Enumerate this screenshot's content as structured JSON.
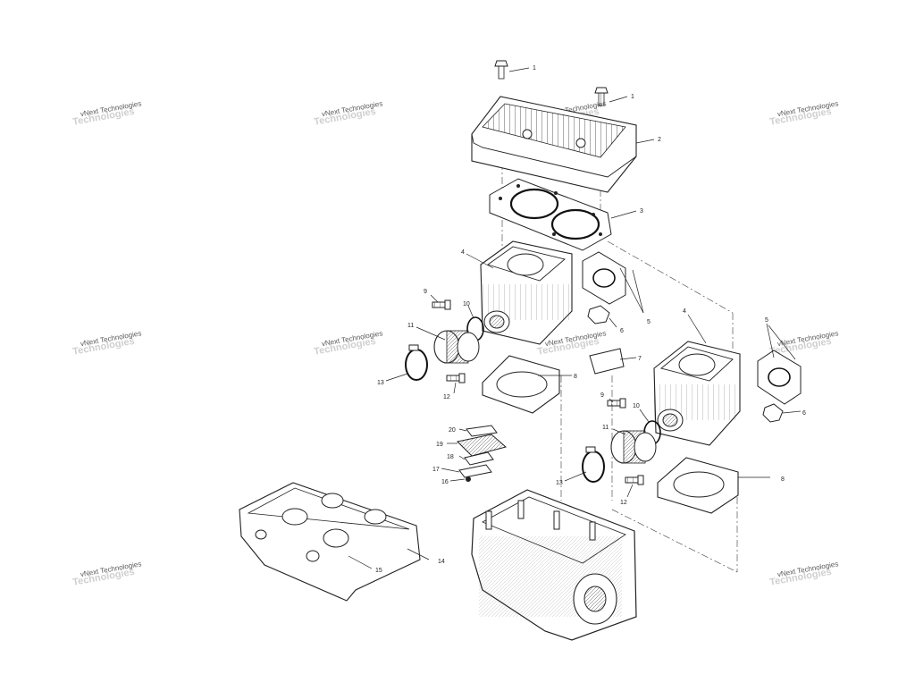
{
  "watermark": {
    "line1": "vNext Technologies",
    "line2": "Technologies"
  },
  "callouts": [
    {
      "id": "c1a",
      "label": "1"
    },
    {
      "id": "c1b",
      "label": "1"
    },
    {
      "id": "c2",
      "label": "2"
    },
    {
      "id": "c3",
      "label": "3"
    },
    {
      "id": "c4a",
      "label": "4"
    },
    {
      "id": "c4b",
      "label": "4"
    },
    {
      "id": "c5a",
      "label": "5"
    },
    {
      "id": "c5b",
      "label": "5"
    },
    {
      "id": "c6a",
      "label": "6"
    },
    {
      "id": "c6b",
      "label": "6"
    },
    {
      "id": "c7",
      "label": "7"
    },
    {
      "id": "c8a",
      "label": "8"
    },
    {
      "id": "c8b",
      "label": "8"
    },
    {
      "id": "c9a",
      "label": "9"
    },
    {
      "id": "c9b",
      "label": "9"
    },
    {
      "id": "c10a",
      "label": "10"
    },
    {
      "id": "c10b",
      "label": "10"
    },
    {
      "id": "c11a",
      "label": "11"
    },
    {
      "id": "c11b",
      "label": "11"
    },
    {
      "id": "c12a",
      "label": "12"
    },
    {
      "id": "c12b",
      "label": "12"
    },
    {
      "id": "c13a",
      "label": "13"
    },
    {
      "id": "c13b",
      "label": "13"
    },
    {
      "id": "c14",
      "label": "14"
    },
    {
      "id": "c15",
      "label": "15"
    },
    {
      "id": "c16",
      "label": "16"
    },
    {
      "id": "c17",
      "label": "17"
    },
    {
      "id": "c18",
      "label": "18"
    },
    {
      "id": "c19",
      "label": "19"
    },
    {
      "id": "c20",
      "label": "20"
    }
  ]
}
